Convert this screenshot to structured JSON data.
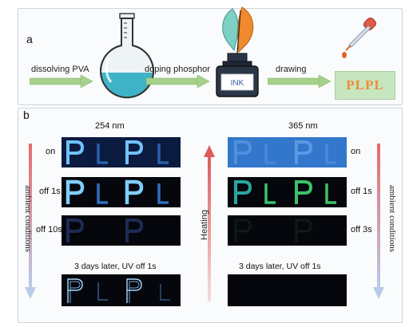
{
  "panel_a": {
    "label": "a",
    "steps": [
      "dissolving PVA",
      "doping phosphor",
      "drawing"
    ],
    "ink_label": "INK",
    "paper_text": "PLPL"
  },
  "panel_b": {
    "label": "b",
    "left_header": "254 nm",
    "right_header": "365 nm",
    "left_rows": [
      "on",
      "off 1s",
      "off 10s"
    ],
    "right_rows": [
      "on",
      "off 1s",
      "off 3s"
    ],
    "left_note": "3 days later, UV  off 1s",
    "right_note": "3 days later, UV  off 1s",
    "left_side_label": "ambient conditions",
    "right_side_label": "ambient conditions",
    "center_label": "Heating"
  },
  "colors": {
    "arrow_green": "#a6d08b",
    "flask_liquid": "#3fb3c6",
    "uv_blue": "#2f72c8",
    "glow_blue": "#6fc3ff",
    "glow_green": "#3ec06a",
    "heating_red": "#e05a5a"
  }
}
